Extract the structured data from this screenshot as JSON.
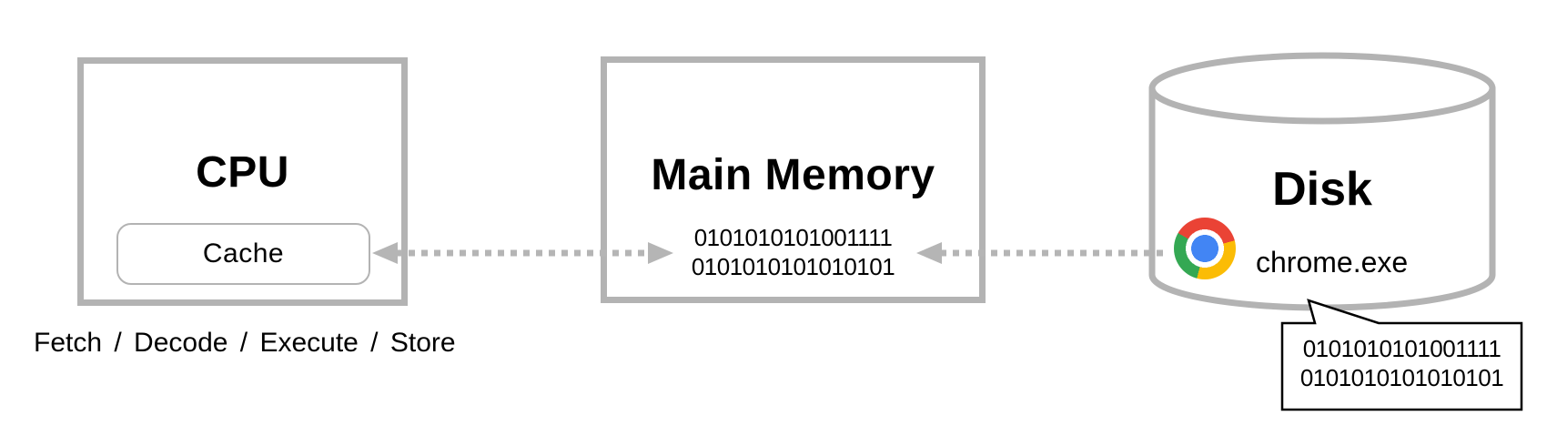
{
  "cpu": {
    "title": "CPU",
    "cache_label": "Cache",
    "pipeline_label": "Fetch / Decode / Execute / Store"
  },
  "memory": {
    "title": "Main Memory",
    "data_lines": [
      "0101010101001111",
      "0101010101010101"
    ]
  },
  "disk": {
    "title": "Disk",
    "file_name": "chrome.exe",
    "icon": "chrome-icon"
  },
  "callout": {
    "data_lines": [
      "0101010101001111",
      "0101010101010101"
    ]
  },
  "colors": {
    "background": "#ffffff",
    "box_border": "#b3b3b3",
    "arrow": "#b5b5b5",
    "callout_border": "#000000",
    "text": "#000000",
    "chrome_red": "#ea4335",
    "chrome_yellow": "#fbbc05",
    "chrome_green": "#34a853",
    "chrome_blue": "#4285f4"
  }
}
